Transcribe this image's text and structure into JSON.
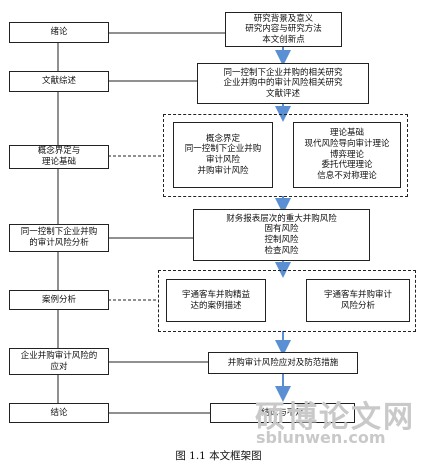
{
  "left_column": [
    {
      "text": "绪论"
    },
    {
      "text": "文献综述"
    },
    {
      "text": "概念界定与\n理论基础"
    },
    {
      "text": "同一控制下企业并购\n的审计风险分析"
    },
    {
      "text": "案例分析"
    },
    {
      "text": "企业并购审计风险的\n应对"
    },
    {
      "text": "结论"
    }
  ],
  "right_column": {
    "intro": "研究背景及意义\n研究内容与研究方法\n本文创新点",
    "review": "同一控制下企业并购的相关研究\n企业并购中的审计风险相关研究\n文献评述",
    "concept": "概念界定\n同一控制下企业并购\n审计风险\n并购审计风险",
    "theory": "理论基础\n现代风险导向审计理论\n博弈理论\n委托代理理论\n信息不对称理论",
    "risk": "财务报表层次的重大并购风险\n固有风险\n控制风险\n检查风险",
    "case_a": "宇通客车并购精益\n达的案例描述",
    "case_b": "宇通客车并购审计\n风险分析",
    "response": "并购审计风险应对及防范措施",
    "conclusion": "结论与不足"
  },
  "caption": "图 1.1 本文框架图",
  "watermark": {
    "cn": "硕博论文网",
    "url": "sblunwen.com"
  },
  "colors": {
    "arrow": "#5b8fd4",
    "line": "#222222"
  }
}
